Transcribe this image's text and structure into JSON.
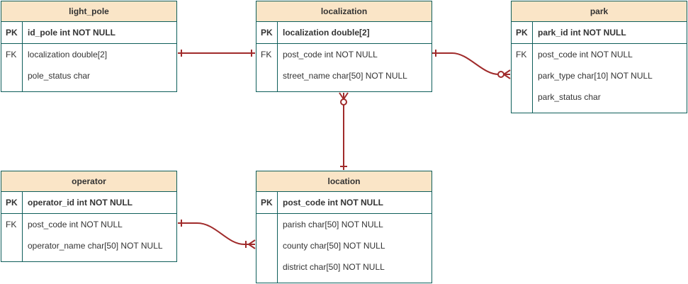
{
  "entities": {
    "light_pole": {
      "name": "light_pole",
      "pk": {
        "key": "PK",
        "attr": "id_pole int NOT NULL"
      },
      "rows": [
        {
          "key": "FK",
          "attr": "localization double[2]"
        },
        {
          "key": "",
          "attr": "pole_status char"
        }
      ]
    },
    "localization": {
      "name": "localization",
      "pk": {
        "key": "PK",
        "attr": "localization double[2]"
      },
      "rows": [
        {
          "key": "FK",
          "attr": "post_code int NOT NULL"
        },
        {
          "key": "",
          "attr": "street_name char[50] NOT NULL"
        }
      ]
    },
    "park": {
      "name": "park",
      "pk": {
        "key": "PK",
        "attr": "park_id int NOT NULL"
      },
      "rows": [
        {
          "key": "FK",
          "attr": "post_code int NOT NULL"
        },
        {
          "key": "",
          "attr": "park_type char[10] NOT NULL"
        },
        {
          "key": "",
          "attr": "park_status char"
        }
      ]
    },
    "operator": {
      "name": "operator",
      "pk": {
        "key": "PK",
        "attr": "operator_id int NOT NULL"
      },
      "rows": [
        {
          "key": "FK",
          "attr": "post_code int NOT NULL"
        },
        {
          "key": "",
          "attr": "operator_name char[50] NOT NULL"
        }
      ]
    },
    "location": {
      "name": "location",
      "pk": {
        "key": "PK",
        "attr": "post_code int NOT NULL"
      },
      "rows": [
        {
          "key": "",
          "attr": "parish char[50] NOT NULL"
        },
        {
          "key": "",
          "attr": "county char[50] NOT NULL"
        },
        {
          "key": "",
          "attr": "district char[50] NOT NULL"
        }
      ]
    }
  },
  "relationships": [
    {
      "from": "light_pole",
      "to": "localization",
      "from_card": "one",
      "to_card": "one"
    },
    {
      "from": "localization",
      "to": "park",
      "from_card": "one",
      "to_card": "zero-or-many"
    },
    {
      "from": "localization",
      "to": "location",
      "from_card": "zero-or-many",
      "to_card": "one"
    },
    {
      "from": "operator",
      "to": "location",
      "from_card": "one",
      "to_card": "one-or-many"
    }
  ],
  "colors": {
    "header_fill": "#fae5c7",
    "border": "#0e5e5a",
    "connector": "#a02b2b",
    "text": "#333333"
  }
}
